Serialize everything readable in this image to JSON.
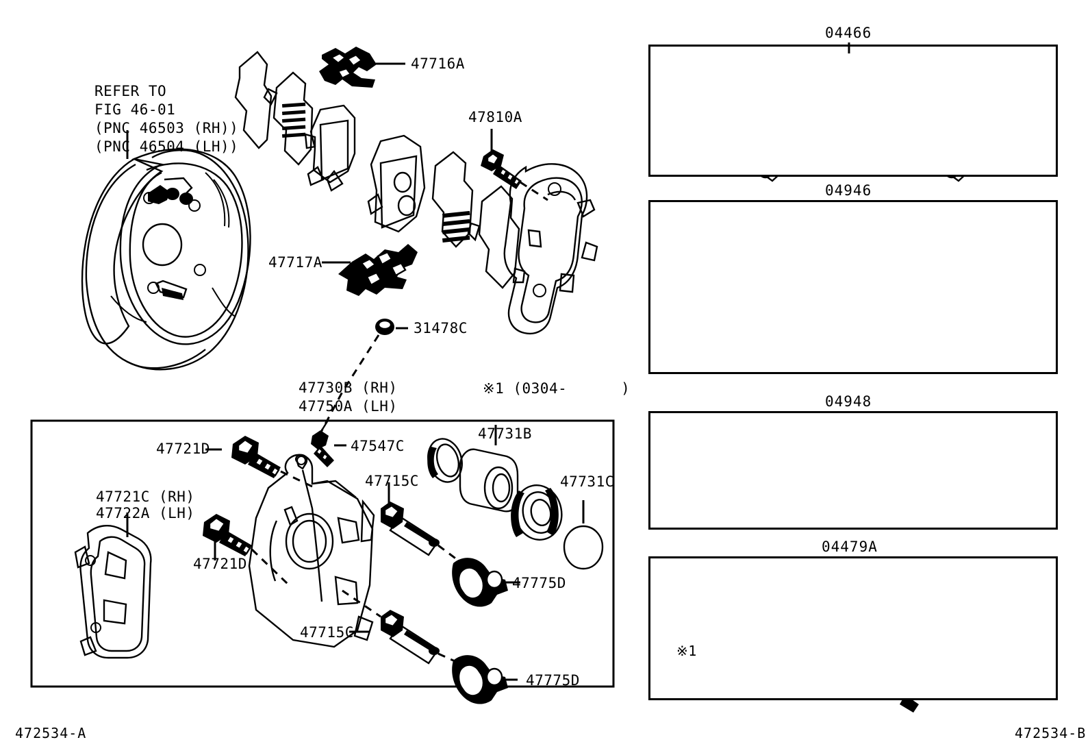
{
  "diagram": {
    "corner_left_code": "472534-A",
    "corner_right_code": "472534-B",
    "refer_note": "REFER TO\nFIG 46-01\n(PNC 46503 (RH))\n(PNC 46504 (LH))",
    "note_marker": "※1 (0304-      )"
  },
  "left_callouts": {
    "backing_plate_ref": "REFER TO",
    "c47716a": "47716A",
    "c47810a": "47810A",
    "c47717a": "47717A",
    "c31478c": "31478C",
    "c47730b": "47730B (RH)",
    "c47750a": "47750A (LH)",
    "note": "※1 (0304-      )"
  },
  "caliper_box": {
    "c47721d_top": "47721D",
    "c47721d_bottom": "47721D",
    "c47721c": "47721C (RH)",
    "c47722a": "47722A (LH)",
    "c47547c": "47547C",
    "c47715c_top": "47715C",
    "c47715c_bottom": "47715C",
    "c47731b": "47731B",
    "c47731c": "47731C",
    "c47775d_top": "47775D",
    "c47775d_bottom": "47775D"
  },
  "kit_panels": [
    {
      "title": "04466",
      "marker": ""
    },
    {
      "title": "04946",
      "marker": ""
    },
    {
      "title": "04948",
      "marker": ""
    },
    {
      "title": "04479A",
      "marker": "※1"
    }
  ],
  "colors": {
    "line": "#000000",
    "background": "#ffffff"
  }
}
